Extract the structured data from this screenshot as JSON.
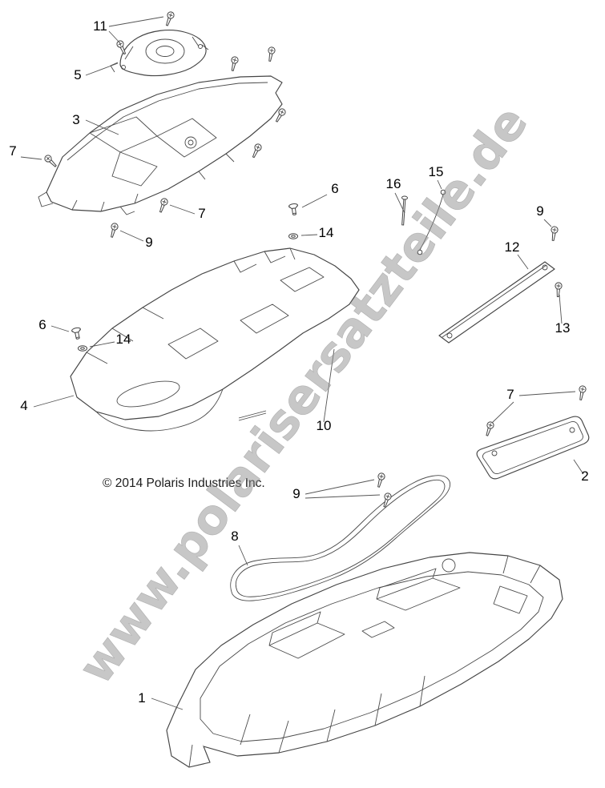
{
  "page": {
    "watermark": "www.polarisersatzteile.de",
    "copyright": "© 2014 Polaris Industries Inc."
  },
  "colors": {
    "line": "#454545",
    "label": "#000000",
    "watermark": "#8f8f8f"
  },
  "callouts": [
    {
      "label": "11"
    },
    {
      "label": "5"
    },
    {
      "label": "3"
    },
    {
      "label": "7"
    },
    {
      "label": "9"
    },
    {
      "label": "7"
    },
    {
      "label": "6"
    },
    {
      "label": "14"
    },
    {
      "label": "16"
    },
    {
      "label": "15"
    },
    {
      "label": "9"
    },
    {
      "label": "12"
    },
    {
      "label": "13"
    },
    {
      "label": "6"
    },
    {
      "label": "14"
    },
    {
      "label": "4"
    },
    {
      "label": "10"
    },
    {
      "label": "7"
    },
    {
      "label": "2"
    },
    {
      "label": "9"
    },
    {
      "label": "8"
    },
    {
      "label": "1"
    }
  ]
}
